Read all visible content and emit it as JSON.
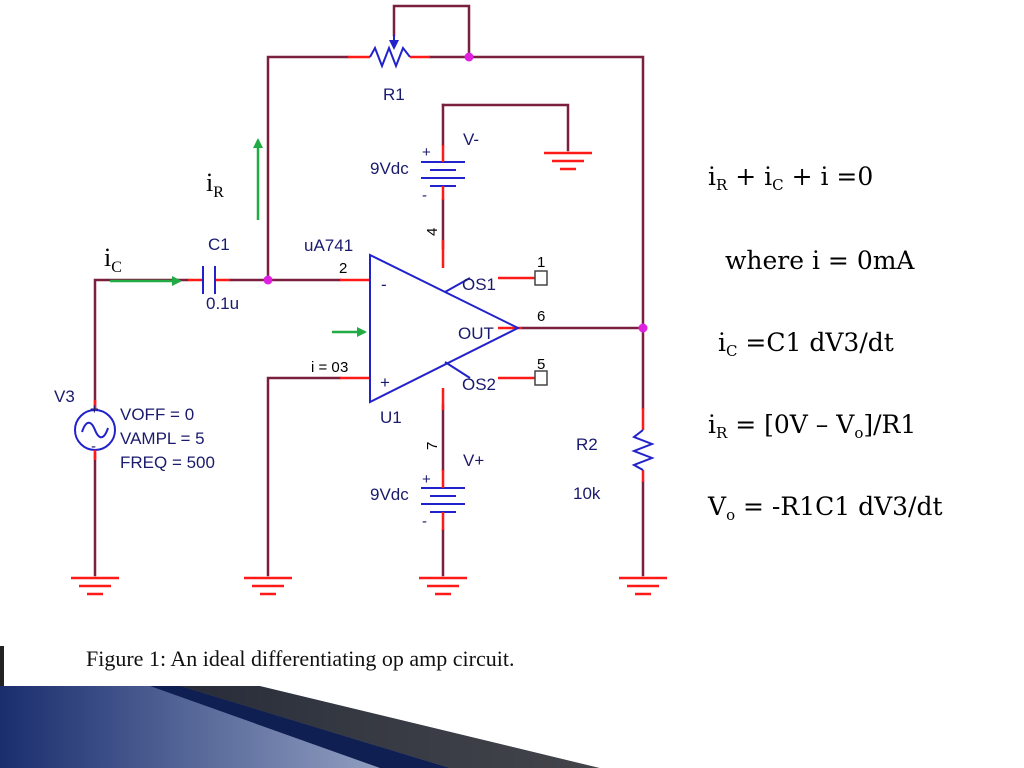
{
  "labels": {
    "r1": "R1",
    "r2": "R2",
    "r2_value": "10k",
    "c1": "C1",
    "c1_value": "0.1u",
    "opamp": "uA741",
    "u1": "U1",
    "v_minus": "V-",
    "v_plus": "V+",
    "battery_top": "9Vdc",
    "battery_bottom": "9Vdc",
    "os1": "OS1",
    "os2": "OS2",
    "out": "OUT",
    "minus_input": "-",
    "plus_input": "+",
    "pin2": "2",
    "pin3": "3",
    "pin4": "4",
    "pin7": "7",
    "pin1": "1",
    "pin5": "5",
    "pin6": "6",
    "i_zero": "i = 0",
    "v3": "V3",
    "voff": "VOFF = 0",
    "vampl": "VAMPL = 5",
    "freq": "FREQ = 500",
    "battery_plus_top": "+",
    "battery_minus_top": "-",
    "battery_plus_bottom": "+",
    "battery_minus_bottom": "-",
    "source_plus": "+",
    "source_minus": "-"
  },
  "currents": {
    "ir_base": "i",
    "ir_sub": "R",
    "ic_base": "i",
    "ic_sub": "C"
  },
  "equations": {
    "eq1": {
      "a": "i",
      "a_sub": "R",
      "b": " + i",
      "b_sub": "C",
      "c": " + i =0"
    },
    "eq2": {
      "text": "where i = 0mA"
    },
    "eq3": {
      "a": "i",
      "a_sub": "C",
      "b": " =C1 dV3/dt"
    },
    "eq4": {
      "a": "i",
      "a_sub": "R",
      "b": " = [0V – V",
      "b_sub": "o",
      "c": "]/R1"
    },
    "eq5": {
      "a": "V",
      "a_sub": "o",
      "b": " = -R1C1 dV3/dt"
    }
  },
  "caption": "Figure 1: An ideal differentiating op amp circuit.",
  "colors": {
    "wire": "#7a1f3d",
    "component": "#ff1a1a",
    "symbol": "#2222cc",
    "arrow": "#22aa44",
    "node": "#e020e0",
    "band_dark": "#0f1f52",
    "band_light": "#c8d0e0"
  }
}
